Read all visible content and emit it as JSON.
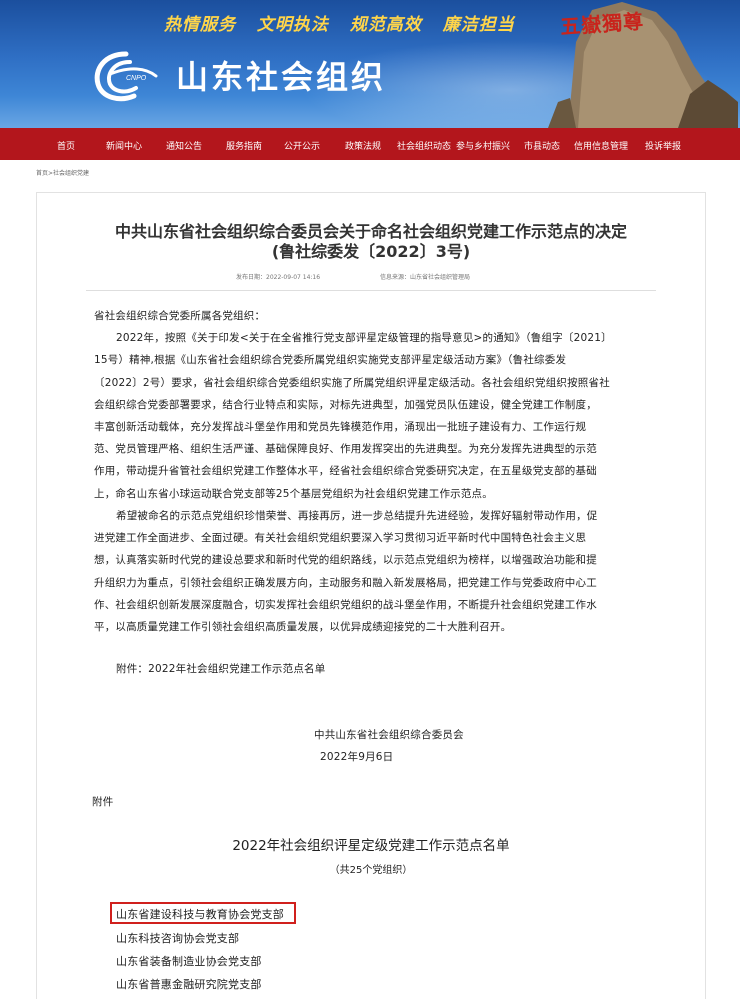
{
  "header": {
    "slogans": [
      "热情服务",
      "文明执法",
      "规范高效",
      "廉洁担当"
    ],
    "logo_text": "CNPO",
    "site_name": "山东社会组织",
    "rock_text": "五嶽獨尊"
  },
  "nav": {
    "items": [
      "首页",
      "新闻中心",
      "通知公告",
      "服务指南",
      "公开公示",
      "政策法规",
      "社会组织动态",
      "参与乡村振兴",
      "市县动态",
      "信用信息管理",
      "投诉举报"
    ]
  },
  "breadcrumb": "首页>社会组织党建",
  "article": {
    "title_line1": "中共山东省社会组织综合委员会关于命名社会组织党建工作示范点的决定",
    "title_line2": "(鲁社综委发〔2022〕3号)",
    "publish_date": "发布日期：2022-09-07 14:16",
    "source": "信息来源：山东省社会组织管理局",
    "salutation": "省社会组织综合党委所属各党组织：",
    "p1": [
      "2022年，按照《关于印发<关于在全省推行党支部评星定级管理的指导意见>的通知》（鲁组字〔2021〕",
      "15号）精神,根据《山东省社会组织综合党委所属党组织实施党支部评星定级活动方案》（鲁社综委发",
      "〔2022〕2号）要求，省社会组织综合党委组织实施了所属党组织评星定级活动。各社会组织党组织按照省社",
      "会组织综合党委部署要求，结合行业特点和实际，对标先进典型，加强党员队伍建设，健全党建工作制度，",
      "丰富创新活动载体，充分发挥战斗堡垒作用和党员先锋模范作用，涌现出一批班子建设有力、工作运行规",
      "范、党员管理严格、组织生活严谨、基础保障良好、作用发挥突出的先进典型。为充分发挥先进典型的示范",
      "作用，带动提升省管社会组织党建工作整体水平，经省社会组织综合党委研究决定，在五星级党支部的基础",
      "上，命名山东省小球运动联合党支部等25个基层党组织为社会组织党建工作示范点。"
    ],
    "p2": [
      "希望被命名的示范点党组织珍惜荣誉、再接再厉，进一步总结提升先进经验，发挥好辐射带动作用，促",
      "进党建工作全面进步、全面过硬。有关社会组织党组织要深入学习贯彻习近平新时代中国特色社会主义思",
      "想，认真落实新时代党的建设总要求和新时代党的组织路线，以示范点党组织为榜样，以增强政治功能和提",
      "升组织力为重点，引领社会组织正确发展方向，主动服务和融入新发展格局，把党建工作与党委政府中心工",
      "作、社会组织创新发展深度融合，切实发挥社会组织党组织的战斗堡垒作用，不断提升社会组织党建工作水",
      "平，以高质量党建工作引领社会组织高质量发展，以优异成绩迎接党的二十大胜利召开。"
    ],
    "attachment_note": "附件：2022年社会组织党建工作示范点名单",
    "signature_org": "中共山东省社会组织综合委员会",
    "signature_date": "2022年9月6日",
    "attachment_label": "附件",
    "list_title": "2022年社会组织评星定级党建工作示范点名单",
    "list_subtitle": "（共25个党组织）",
    "list_items": [
      "山东省建设科技与教育协会党支部",
      "山东科技咨询协会党支部",
      "山东省装备制造业协会党支部",
      "山东省普惠金融研究院党支部"
    ]
  },
  "colors": {
    "nav_bg": "#b3161c",
    "slogan": "#ffd54a",
    "highlight": "#d0201d"
  }
}
